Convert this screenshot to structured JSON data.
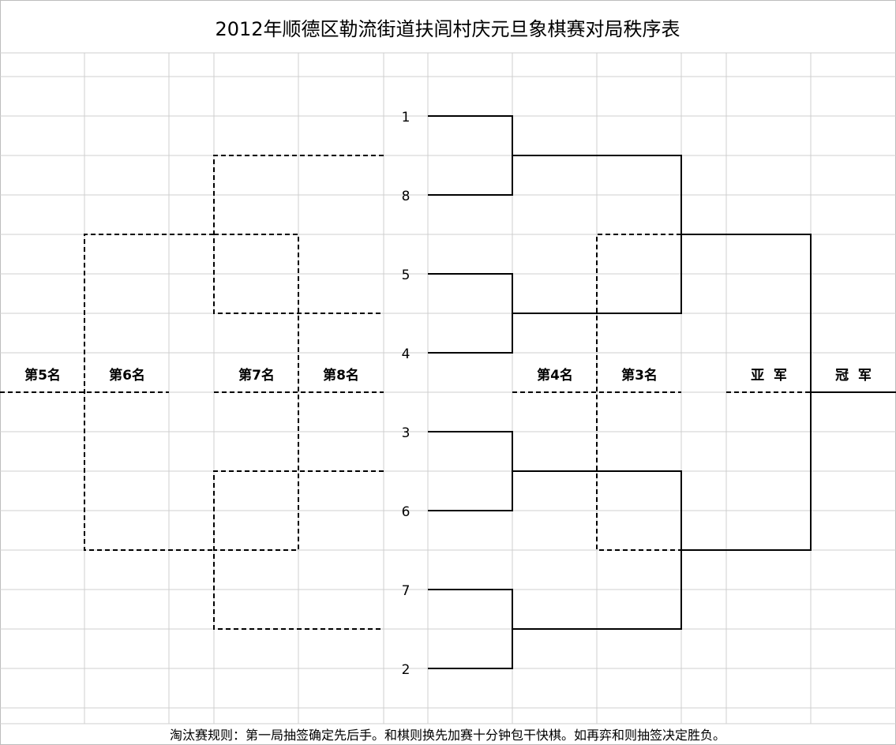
{
  "title": "2012年顺德区勒流街道扶闾村庆元旦象棋赛对局秩序表",
  "seeds": [
    "1",
    "8",
    "5",
    "4",
    "3",
    "6",
    "7",
    "2"
  ],
  "placement_labels": {
    "fifth": "第5名",
    "sixth": "第6名",
    "seventh": "第7名",
    "eighth": "第8名",
    "fourth": "第4名",
    "third": "第3名",
    "runner_up": "亚  军",
    "champion": "冠  军"
  },
  "footer_rule": "淘汰赛规则：第一局抽签确定先后手。和棋则换先加赛十分钟包干快棋。如再弈和则抽签决定胜负。"
}
